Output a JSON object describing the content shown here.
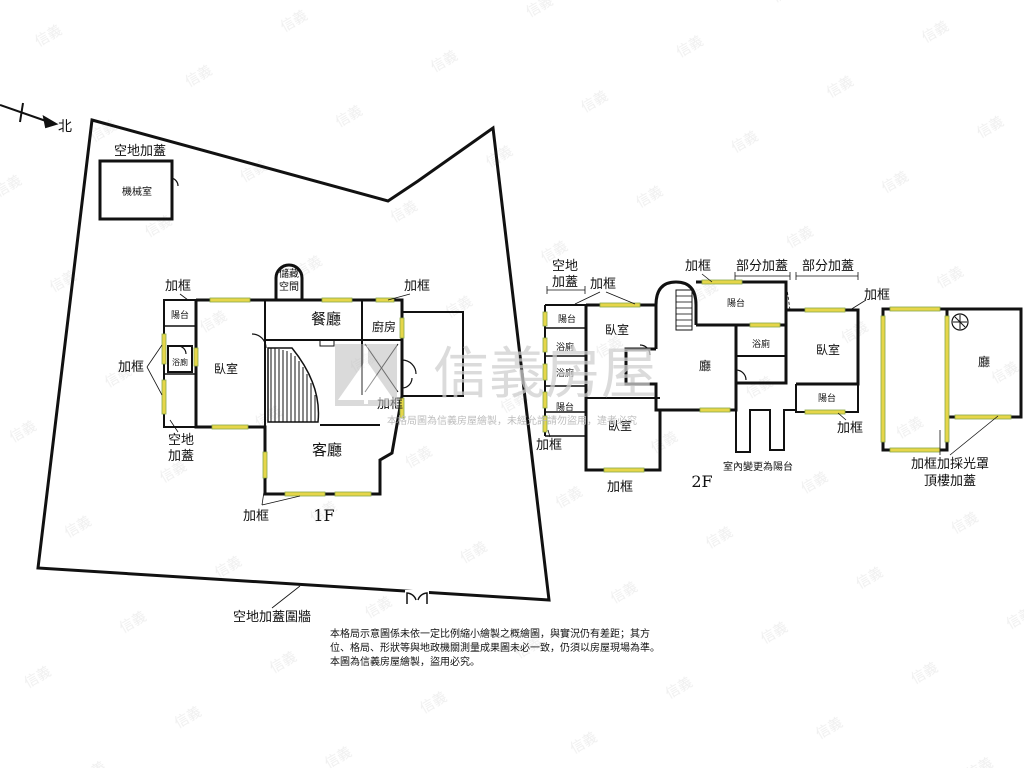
{
  "compass": {
    "north_label": "北"
  },
  "floor1": {
    "label": "1F",
    "rooms": {
      "mechanical_room": "機械室",
      "storage": "儲藏\n空間",
      "dining": "餐廳",
      "kitchen": "廚房",
      "bedroom": "臥室",
      "living": "客廳",
      "balcony": "陽台",
      "bathroom": "浴廁"
    },
    "notes": {
      "vacant_addon_top": "空地加蓋",
      "frame_1": "加框",
      "frame_2": "加框",
      "frame_left": "加框",
      "vacant_addon_left": "空地\n加蓋",
      "frame_kitchen": "加框",
      "frame_bottom": "加框",
      "boundary_wall": "空地加蓋圍牆"
    }
  },
  "floor2": {
    "label": "2F",
    "rooms": {
      "balcony_1": "陽台",
      "bedroom_1": "臥室",
      "bath_1": "浴廁",
      "bath_2": "浴廁",
      "balcony_2": "陽台",
      "bedroom_2": "臥室",
      "hall": "廳",
      "balcony_3": "陽台",
      "bath_3": "浴廁",
      "bedroom_3": "臥室",
      "balcony_4": "陽台"
    },
    "notes": {
      "vacant_addon": "空地\n加蓋",
      "frame_1": "加框",
      "frame_2": "加框",
      "partial_addon_1": "部分加蓋",
      "partial_addon_2": "部分加蓋",
      "frame_3": "加框",
      "frame_4": "加框",
      "frame_5": "加框",
      "frame_6": "加框",
      "indoor_change": "室內變更為陽台"
    }
  },
  "roof": {
    "rooms": {
      "hall": "廳"
    },
    "notes": {
      "frame_skylight": "加框加採光罩",
      "roof_addon": "頂樓加蓋"
    }
  },
  "watermark": {
    "brand": "信義房屋",
    "sub": "本格局圖為信義房屋繪製，未經允許請勿盜用，違者必究"
  },
  "disclaimer": {
    "line1": "本格局示意圖係未依一定比例縮小繪製之概繪圖，與實況仍有差距；其方",
    "line2": "位、格局、形狀等與地政機關測量成果圖未必一致，仍須以房屋現場為準。",
    "line3": "本圖為信義房屋繪製，盜用必究。"
  },
  "colors": {
    "line": "#111111",
    "window": "#e6d64a",
    "window_edge": "#8aa84a",
    "watermark": "#d8d8d8"
  }
}
